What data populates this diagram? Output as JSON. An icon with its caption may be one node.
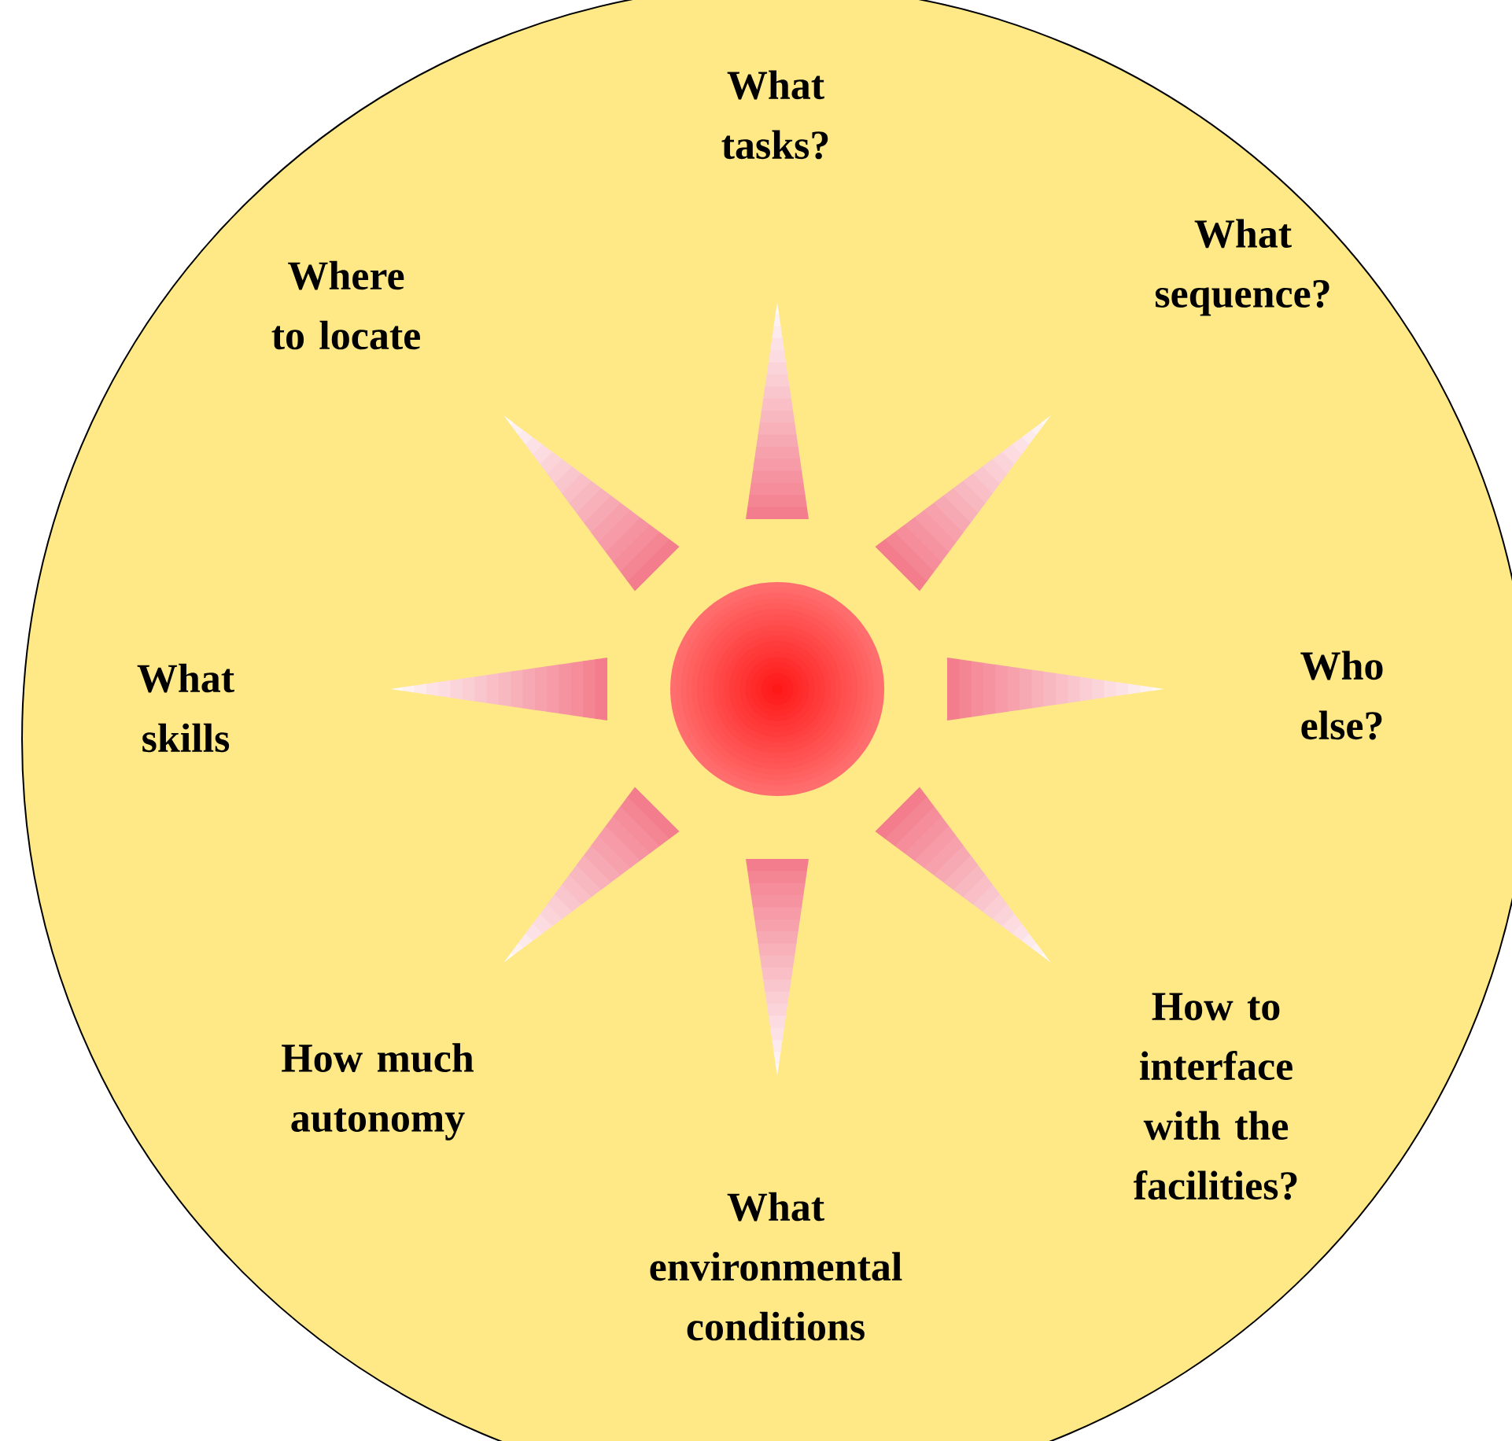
{
  "diagram": {
    "nodes": [
      {
        "text": [],
        "shape": "circle"
      },
      {
        "text": [],
        "shape": "circle",
        "in": 0
      }
    ],
    "labels": [
      "What tasks?",
      "What sequence?",
      "Where to locate",
      "Who else?",
      "What skills",
      "How to interface with the facilities?",
      "How much autonomy",
      "What environmental conditions"
    ]
  }
}
